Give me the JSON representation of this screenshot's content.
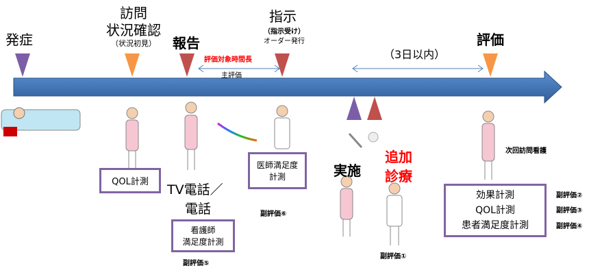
{
  "events": {
    "onset": "発症",
    "visit_line1": "訪問",
    "visit_line2": "状況確認",
    "visit_sub": "（状況初見）",
    "report": "報告",
    "instruction": "指示",
    "instruction_sub1": "（指示受け）",
    "instruction_sub2": "オーダー発行",
    "evaluation": "評価",
    "implementation": "実施",
    "additional_line1": "追加",
    "additional_line2": "診療"
  },
  "annotations": {
    "eval_period": "評価対象時間長",
    "main_eval": "主評価",
    "within_days": "（3日以内）",
    "tv_phone_line1": "TV電話／",
    "tv_phone_line2": "電話",
    "next_visit": "次回訪問看護"
  },
  "boxes": {
    "qol": "QOL計測",
    "doctor_line1": "医師満足度",
    "doctor_line2": "計測",
    "nurse_line1": "看護師",
    "nurse_line2": "満足度計測",
    "result_line1": "効果計測",
    "result_line2": "QOL計測",
    "result_line3": "患者満足度計測"
  },
  "sub_evals": {
    "s1": "副評価①",
    "s2": "副評価②",
    "s3": "副評価③",
    "s4": "副評価④",
    "s5": "副評価⑤",
    "s6": "副評価⑥"
  },
  "colors": {
    "arrow": "#4f81bd",
    "purple": "#7b5ea7",
    "orange": "#f79646",
    "red": "#c0504d",
    "box": "#8064a2",
    "red_text": "#ff0000"
  }
}
